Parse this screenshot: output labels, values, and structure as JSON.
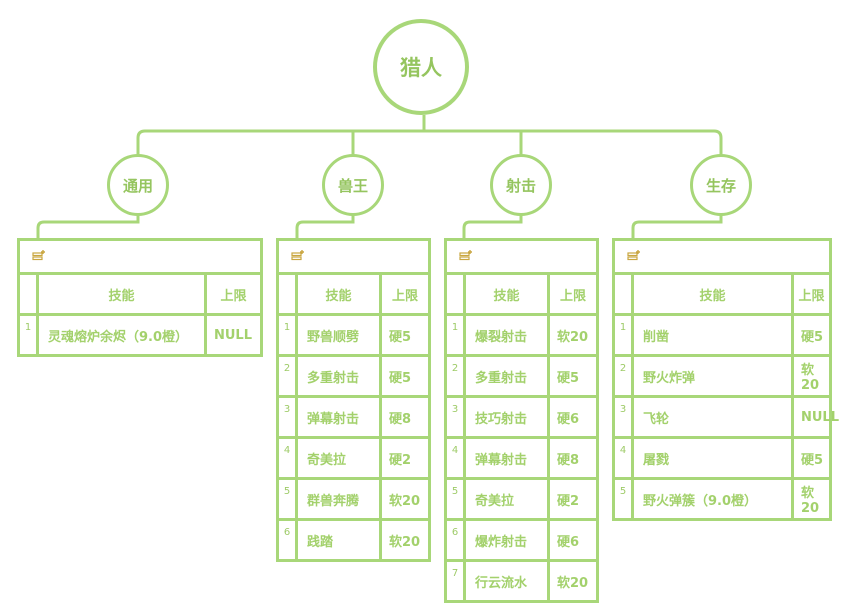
{
  "root": {
    "label": "猎人"
  },
  "header": {
    "skill": "技能",
    "limit": "上限"
  },
  "categories": [
    {
      "label": "通用",
      "rows": [
        {
          "idx": "1",
          "skill": "灵魂熔炉余烬（9.0橙）",
          "limit": "NULL"
        }
      ]
    },
    {
      "label": "兽王",
      "rows": [
        {
          "idx": "1",
          "skill": "野兽顺劈",
          "limit": "硬5"
        },
        {
          "idx": "2",
          "skill": "多重射击",
          "limit": "硬5"
        },
        {
          "idx": "3",
          "skill": "弹幕射击",
          "limit": "硬8"
        },
        {
          "idx": "4",
          "skill": "奇美拉",
          "limit": "硬2"
        },
        {
          "idx": "5",
          "skill": "群兽奔腾",
          "limit": "软20"
        },
        {
          "idx": "6",
          "skill": "践踏",
          "limit": "软20"
        }
      ]
    },
    {
      "label": "射击",
      "rows": [
        {
          "idx": "1",
          "skill": "爆裂射击",
          "limit": "软20"
        },
        {
          "idx": "2",
          "skill": "多重射击",
          "limit": "硬5"
        },
        {
          "idx": "3",
          "skill": "技巧射击",
          "limit": "硬6"
        },
        {
          "idx": "4",
          "skill": "弹幕射击",
          "limit": "硬8"
        },
        {
          "idx": "5",
          "skill": "奇美拉",
          "limit": "硬2"
        },
        {
          "idx": "6",
          "skill": "爆炸射击",
          "limit": "硬6"
        },
        {
          "idx": "7",
          "skill": "行云流水",
          "limit": "软20"
        }
      ]
    },
    {
      "label": "生存",
      "rows": [
        {
          "idx": "1",
          "skill": "削凿",
          "limit": "硬5"
        },
        {
          "idx": "2",
          "skill": "野火炸弹",
          "limit": "软20"
        },
        {
          "idx": "3",
          "skill": "飞轮",
          "limit": "NULL"
        },
        {
          "idx": "4",
          "skill": "屠戮",
          "limit": "硬5"
        },
        {
          "idx": "5",
          "skill": "野火弹簇（9.0橙）",
          "limit": "软20"
        }
      ]
    }
  ],
  "colors": {
    "line": "#a8d779",
    "text": "#a3d16c"
  },
  "icons": {
    "table_header": "table-note-icon"
  }
}
